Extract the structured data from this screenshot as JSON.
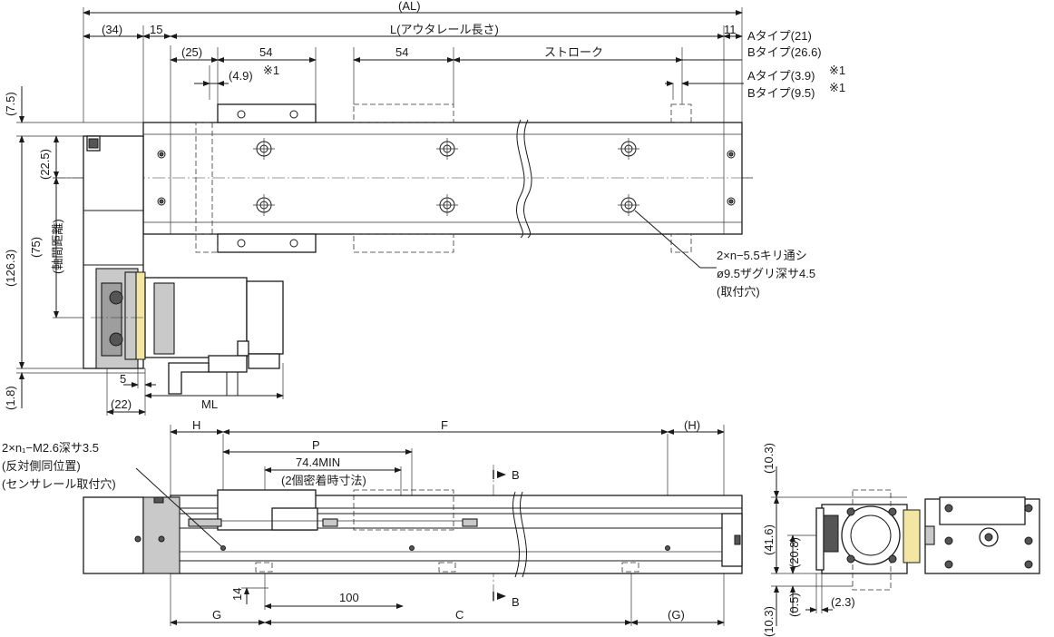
{
  "dims": {
    "al": "(AL)",
    "d34": "(34)",
    "d15": "15",
    "l_label": "L(アウタレール長さ)",
    "d11": "11",
    "a21": "Aタイプ(21)",
    "b266": "Bタイプ(26.6)",
    "d25": "(25)",
    "d54a": "54",
    "d54b": "54",
    "stroke": "ストローク",
    "d49": "(4.9)",
    "note1a": "※1",
    "a39": "Aタイプ(3.9)",
    "b95": "Bタイプ(9.5)",
    "note1b": "※1",
    "note1c": "※1",
    "d75a": "(7.5)",
    "d225": "(22.5)",
    "d1263": "(126.3)",
    "d75b": "(75)",
    "axis_dist": "(軸間距離)",
    "d18": "(1.8)",
    "d5": "5",
    "d22": "(22)",
    "ml": "ML",
    "hole1": "2×n−5.5キリ通シ",
    "hole2": "ø9.5ザグリ深サ4.5",
    "hole3": "(取付穴)",
    "h": "H",
    "f": "F",
    "h2": "(H)",
    "p": "P",
    "tap1": "2×n₁−M2.6深サ3.5",
    "tap2": "(反対側同位置)",
    "tap3": "(センサレール取付穴)",
    "d744": "74.4MIN",
    "twin": "(2個密着時寸法)",
    "b_top": "B",
    "b_bot": "B",
    "d14": "14",
    "d100": "100",
    "g": "G",
    "c": "C",
    "g2": "(G)",
    "d103a": "(10.3)",
    "d416": "(41.6)",
    "d208": "(20.8)",
    "d05": "(0.5)",
    "d23": "(2.3)",
    "d103b": "(10.3)"
  }
}
